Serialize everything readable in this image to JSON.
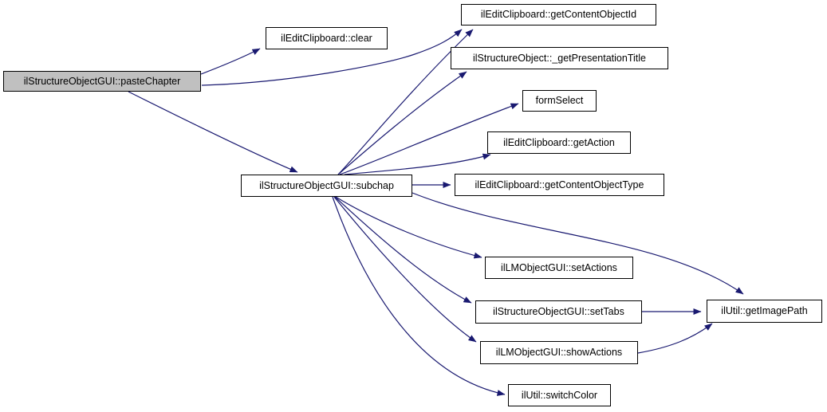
{
  "diagram": {
    "type": "call-graph",
    "colors": {
      "background": "#ffffff",
      "edge": "#191970",
      "node_border": "#000000",
      "node_fill": "#ffffff",
      "highlight_fill": "#c0c0c0",
      "text": "#000000"
    },
    "nodes": [
      {
        "id": "paste-chapter",
        "label": "ilStructureObjectGUI::pasteChapter",
        "highlighted": true
      },
      {
        "id": "clear",
        "label": "ilEditClipboard::clear",
        "highlighted": false
      },
      {
        "id": "get-content-object-id",
        "label": "ilEditClipboard::getContentObjectId",
        "highlighted": false
      },
      {
        "id": "get-presentation-title",
        "label": "ilStructureObject::_getPresentationTitle",
        "highlighted": false
      },
      {
        "id": "form-select",
        "label": "formSelect",
        "highlighted": false
      },
      {
        "id": "get-action",
        "label": "ilEditClipboard::getAction",
        "highlighted": false
      },
      {
        "id": "get-content-object-type",
        "label": "ilEditClipboard::getContentObjectType",
        "highlighted": false
      },
      {
        "id": "subchap",
        "label": "ilStructureObjectGUI::subchap",
        "highlighted": false
      },
      {
        "id": "set-actions",
        "label": "ilLMObjectGUI::setActions",
        "highlighted": false
      },
      {
        "id": "set-tabs",
        "label": "ilStructureObjectGUI::setTabs",
        "highlighted": false
      },
      {
        "id": "show-actions",
        "label": "ilLMObjectGUI::showActions",
        "highlighted": false
      },
      {
        "id": "switch-color",
        "label": "ilUtil::switchColor",
        "highlighted": false
      },
      {
        "id": "get-image-path",
        "label": "ilUtil::getImagePath",
        "highlighted": false
      }
    ],
    "edges": [
      {
        "from": "paste-chapter",
        "to": "clear"
      },
      {
        "from": "paste-chapter",
        "to": "get-content-object-id"
      },
      {
        "from": "paste-chapter",
        "to": "subchap"
      },
      {
        "from": "subchap",
        "to": "get-content-object-id"
      },
      {
        "from": "subchap",
        "to": "get-presentation-title"
      },
      {
        "from": "subchap",
        "to": "form-select"
      },
      {
        "from": "subchap",
        "to": "get-action"
      },
      {
        "from": "subchap",
        "to": "get-content-object-type"
      },
      {
        "from": "subchap",
        "to": "set-actions"
      },
      {
        "from": "subchap",
        "to": "set-tabs"
      },
      {
        "from": "subchap",
        "to": "show-actions"
      },
      {
        "from": "subchap",
        "to": "switch-color"
      },
      {
        "from": "subchap",
        "to": "get-image-path"
      },
      {
        "from": "set-tabs",
        "to": "get-image-path"
      },
      {
        "from": "show-actions",
        "to": "get-image-path"
      }
    ]
  }
}
